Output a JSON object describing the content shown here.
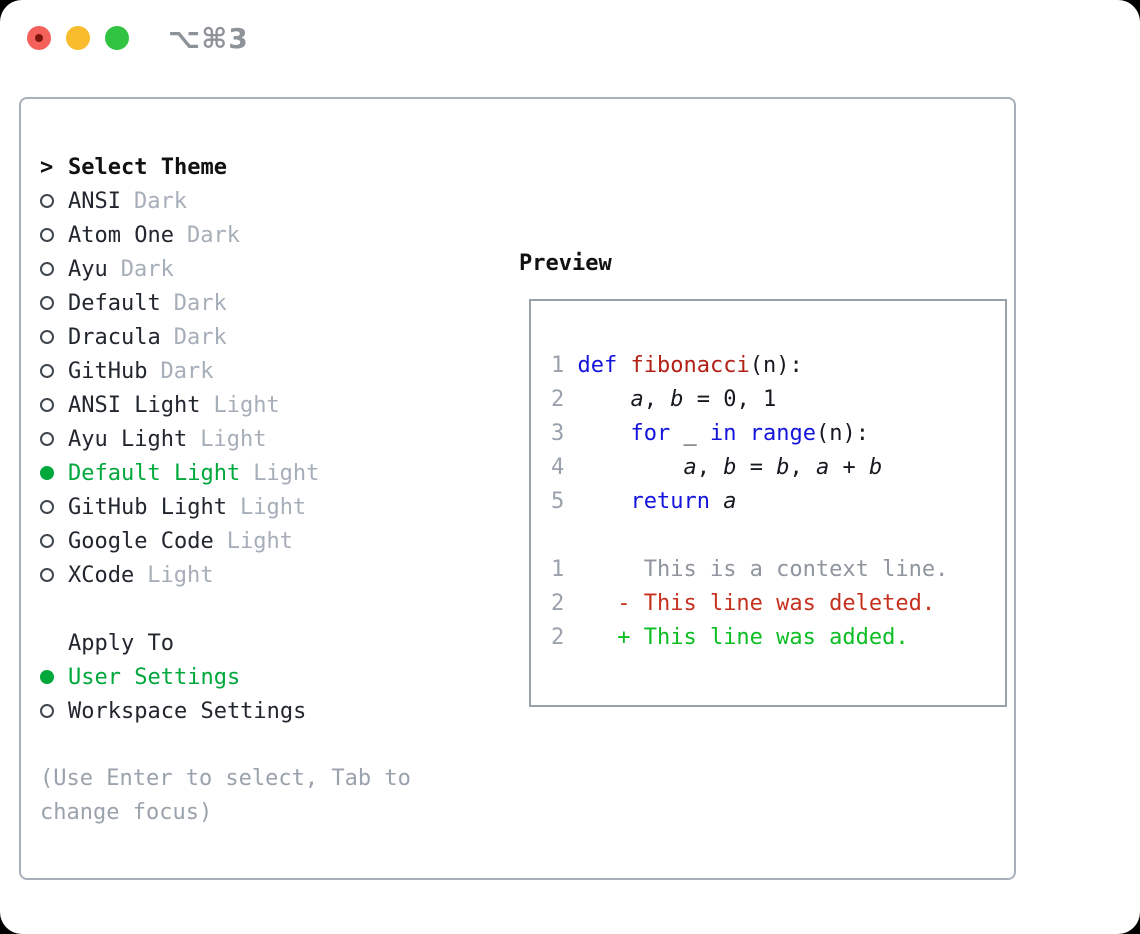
{
  "window": {
    "shortcut_label": "⌥⌘3",
    "traffic_lights": [
      {
        "name": "close",
        "color": "#f4605a"
      },
      {
        "name": "minimize",
        "color": "#f9bc2d"
      },
      {
        "name": "zoom",
        "color": "#31c342"
      }
    ]
  },
  "theme_selector": {
    "title": "Select Theme",
    "cursor": ">",
    "items": [
      {
        "name": "ANSI",
        "tag": "Dark",
        "selected": false
      },
      {
        "name": "Atom One",
        "tag": "Dark",
        "selected": false
      },
      {
        "name": "Ayu",
        "tag": "Dark",
        "selected": false
      },
      {
        "name": "Default",
        "tag": "Dark",
        "selected": false
      },
      {
        "name": "Dracula",
        "tag": "Dark",
        "selected": false
      },
      {
        "name": "GitHub",
        "tag": "Dark",
        "selected": false
      },
      {
        "name": "ANSI Light",
        "tag": "Light",
        "selected": false
      },
      {
        "name": "Ayu Light",
        "tag": "Light",
        "selected": false
      },
      {
        "name": "Default Light",
        "tag": "Light",
        "selected": true
      },
      {
        "name": "GitHub Light",
        "tag": "Light",
        "selected": false
      },
      {
        "name": "Google Code",
        "tag": "Light",
        "selected": false
      },
      {
        "name": "XCode",
        "tag": "Light",
        "selected": false
      }
    ]
  },
  "apply_to": {
    "title": "Apply To",
    "options": [
      {
        "label": "User Settings",
        "selected": true
      },
      {
        "label": "Workspace Settings",
        "selected": false
      }
    ]
  },
  "hint": "(Use Enter to select, Tab to change focus)",
  "preview": {
    "title": "Preview",
    "lines": [
      {
        "segments": [
          [
            "ln",
            "1"
          ],
          [
            "pl",
            " "
          ],
          [
            "kw",
            "def"
          ],
          [
            "pl",
            " "
          ],
          [
            "fn",
            "fibonacci"
          ],
          [
            "pl",
            "(n):"
          ]
        ]
      },
      {
        "segments": [
          [
            "ln",
            "2"
          ],
          [
            "pl",
            "     "
          ],
          [
            "va",
            "a"
          ],
          [
            "pl",
            ", "
          ],
          [
            "va",
            "b"
          ],
          [
            "pl",
            " = 0, 1"
          ]
        ]
      },
      {
        "segments": [
          [
            "ln",
            "3"
          ],
          [
            "pl",
            "     "
          ],
          [
            "kw",
            "for"
          ],
          [
            "pl",
            " _ "
          ],
          [
            "kw",
            "in"
          ],
          [
            "pl",
            " "
          ],
          [
            "kw",
            "range"
          ],
          [
            "pl",
            "(n):"
          ]
        ]
      },
      {
        "segments": [
          [
            "ln",
            "4"
          ],
          [
            "pl",
            "         "
          ],
          [
            "va",
            "a"
          ],
          [
            "pl",
            ", "
          ],
          [
            "va",
            "b"
          ],
          [
            "pl",
            " = "
          ],
          [
            "va",
            "b"
          ],
          [
            "pl",
            ", "
          ],
          [
            "va",
            "a"
          ],
          [
            "pl",
            " + "
          ],
          [
            "va",
            "b"
          ]
        ]
      },
      {
        "segments": [
          [
            "ln",
            "5"
          ],
          [
            "pl",
            "     "
          ],
          [
            "kw",
            "return"
          ],
          [
            "pl",
            " "
          ],
          [
            "va",
            "a"
          ]
        ]
      },
      {
        "segments": []
      },
      {
        "segments": [
          [
            "ln",
            "1"
          ],
          [
            "ctx",
            "      This is a context line."
          ]
        ]
      },
      {
        "segments": [
          [
            "ln",
            "2"
          ],
          [
            "del",
            "    - This line was deleted."
          ]
        ]
      },
      {
        "segments": [
          [
            "ln",
            "2"
          ],
          [
            "add",
            "    + This line was added."
          ]
        ]
      }
    ]
  },
  "colors": {
    "accent_green": "#00a83c",
    "added_green": "#0cbe23",
    "deleted_red": "#c5311f",
    "keyword_blue": "#1414dc",
    "function_red": "#b22015",
    "line_number_gray": "#9aa1ac",
    "context_gray": "#8f969f",
    "tag_gray": "#a6aeb9",
    "hint_gray": "#9aa2ad",
    "panel_border": "#a9b0bb"
  }
}
